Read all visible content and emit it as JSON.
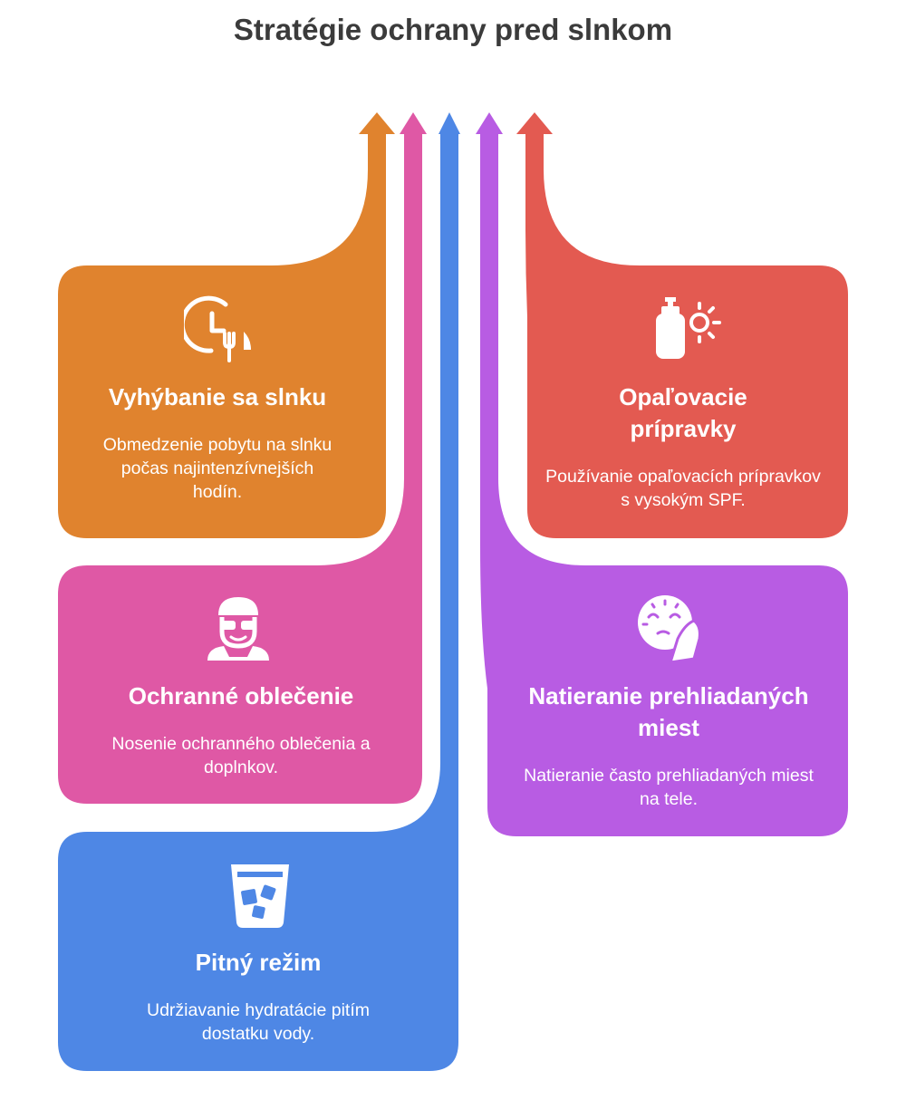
{
  "title": "Stratégie ochrany pred slnkom",
  "colors": {
    "orange": "#E0832E",
    "pink": "#DF58A5",
    "blue": "#4E87E5",
    "purple": "#B85CE3",
    "red": "#E35A51"
  },
  "cards": [
    {
      "title": "Vyhýbanie sa slnku",
      "desc": "Obmedzenie pobytu na slnku počas najintenzívnejších hodín.",
      "icon": "clock-dining-icon",
      "color": "#E0832E"
    },
    {
      "title": "Opaľovacie prípravky",
      "desc": "Používanie opaľovacích prípravkov s vysokým SPF.",
      "icon": "sunscreen-bottle-sun-icon",
      "color": "#E35A51"
    },
    {
      "title": "Ochranné oblečenie",
      "desc": "Nosenie ochranného oblečenia a doplnkov.",
      "icon": "person-cap-sunglasses-icon",
      "color": "#DF58A5"
    },
    {
      "title": "Natieranie prehliadaných miest",
      "desc": "Natieranie často prehliadaných miest na tele.",
      "icon": "face-hand-cream-icon",
      "color": "#B85CE3"
    },
    {
      "title": "Pitný režim",
      "desc": "Udržiavanie hydratácie pitím dostatku vody.",
      "icon": "water-glass-ice-icon",
      "color": "#4E87E5"
    }
  ]
}
